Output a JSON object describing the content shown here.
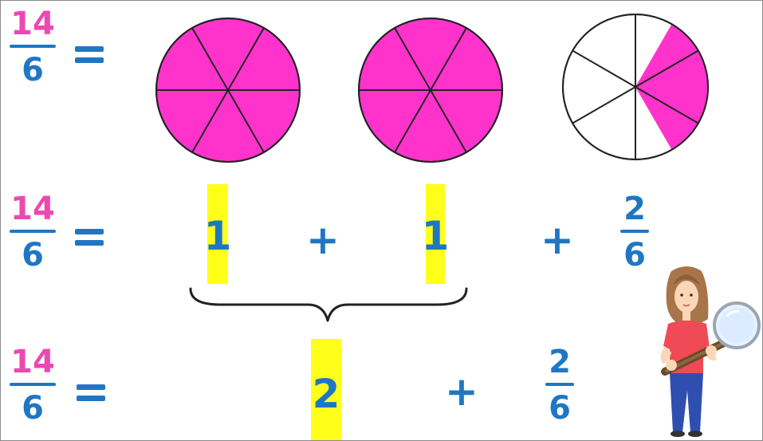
{
  "colors": {
    "numerator": "#ec49b0",
    "denominator": "#1f77c4",
    "pie_fill": "#ff33cc",
    "highlight": "#ffff1a"
  },
  "row1": {
    "fraction": {
      "numerator": "14",
      "denominator": "6"
    },
    "pies": [
      {
        "slices": 6,
        "shaded": 6
      },
      {
        "slices": 6,
        "shaded": 6
      },
      {
        "slices": 6,
        "shaded": 2
      }
    ]
  },
  "row2": {
    "fraction": {
      "numerator": "14",
      "denominator": "6"
    },
    "whole_a": "1",
    "plus_a": "+",
    "whole_b": "1",
    "plus_b": "+",
    "remainder": {
      "numerator": "2",
      "denominator": "6"
    }
  },
  "row3": {
    "fraction": {
      "numerator": "14",
      "denominator": "6"
    },
    "whole": "2",
    "plus": "+",
    "remainder": {
      "numerator": "2",
      "denominator": "6"
    }
  },
  "icons": [
    "curly-brace-icon",
    "girl-with-magnifying-glass-icon"
  ]
}
